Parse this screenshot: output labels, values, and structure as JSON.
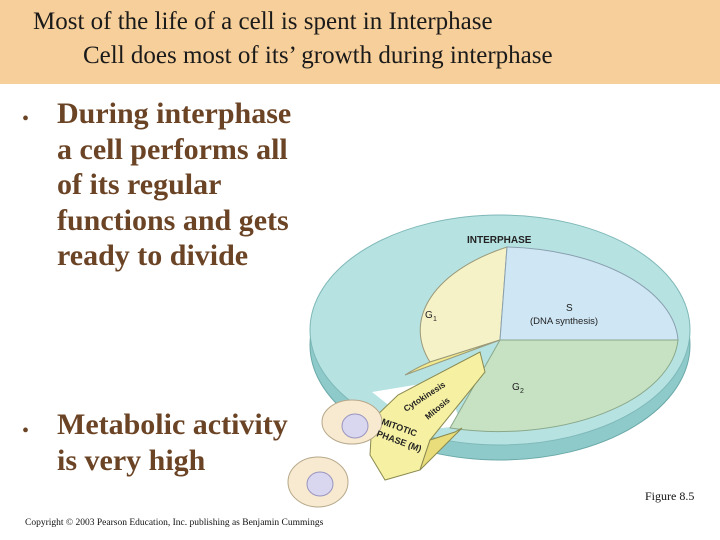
{
  "header": {
    "line1": "Most of the life of a cell is spent in Interphase",
    "line2": "Cell does most of its’ growth during interphase"
  },
  "bullets": [
    {
      "marker": "•",
      "text": "During interphase a cell performs all of its regular functions and gets ready to divide"
    },
    {
      "marker": "•",
      "text": "Metabolic activity is very high"
    }
  ],
  "diagram": {
    "interphase": "INTERPHASE",
    "g1": "G",
    "g1_sub": "1",
    "s": "S",
    "s_detail": "(DNA synthesis)",
    "g2": "G",
    "g2_sub": "2",
    "cytokinesis": "Cytokinesis",
    "mitosis": "Mitosis",
    "mitotic_1": "MITOTIC",
    "mitotic_2": "PHASE (M)",
    "colors": {
      "g1": "#f6f2c8",
      "s": "#cfe6f4",
      "g2": "#c6e2c2",
      "ring_side": "#9fd3d3",
      "ring_top": "#b9e4e4",
      "mitotic": "#f6f0a2"
    }
  },
  "footer": {
    "copyright": "Copyright © 2003 Pearson Education, Inc. publishing as Benjamin Cummings",
    "figure": "Figure 8.5"
  }
}
